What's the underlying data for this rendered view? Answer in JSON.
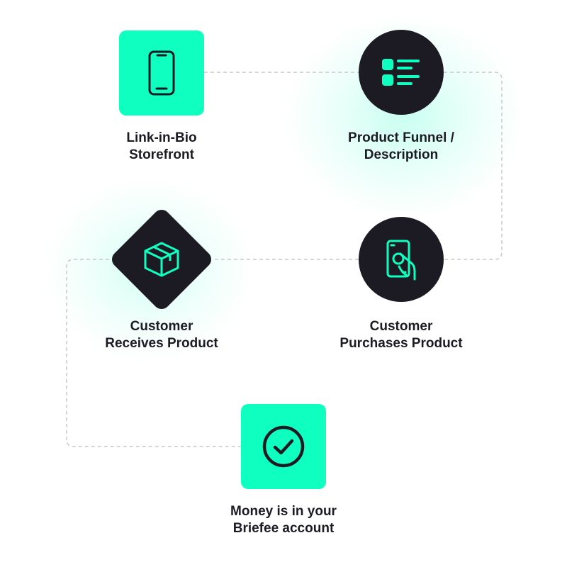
{
  "colors": {
    "accent": "#0fffc1",
    "dark": "#1c1b24",
    "text": "#1c1b24",
    "connector": "#c9c9c9"
  },
  "steps": [
    {
      "line1": "Link-in-Bio",
      "line2": "Storefront",
      "icon": "smartphone-icon",
      "shape": "rounded-square",
      "fill": "accent"
    },
    {
      "line1": "Product Funnel /",
      "line2": "Description",
      "icon": "list-description-icon",
      "shape": "circle",
      "fill": "dark"
    },
    {
      "line1": "Customer",
      "line2": "Purchases Product",
      "icon": "hand-holding-cash-icon",
      "shape": "circle",
      "fill": "dark"
    },
    {
      "line1": "Customer",
      "line2": "Receives Product",
      "icon": "package-box-icon",
      "shape": "diamond",
      "fill": "dark"
    },
    {
      "line1": "Money is in your",
      "line2": "Briefee account",
      "icon": "check-circle-icon",
      "shape": "rounded-square",
      "fill": "accent"
    }
  ]
}
